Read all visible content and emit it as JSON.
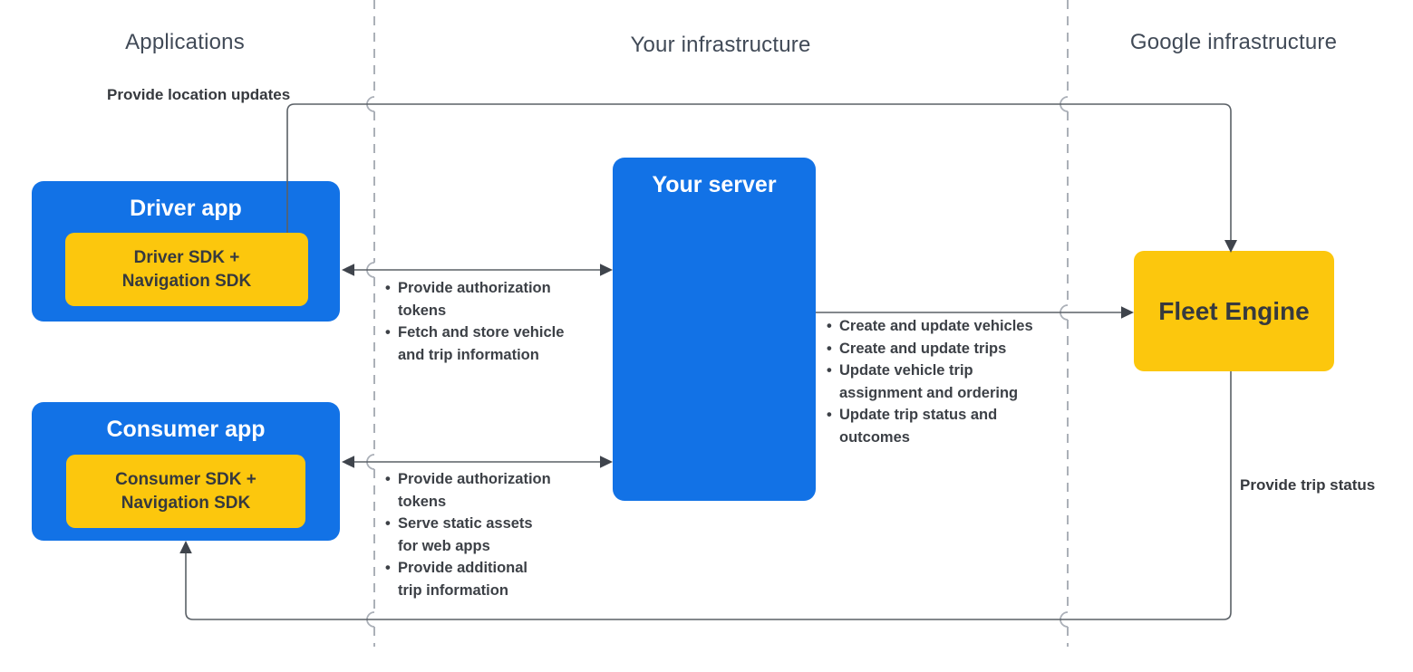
{
  "columns": {
    "applications": "Applications",
    "your_infrastructure": "Your infrastructure",
    "google_infrastructure": "Google infrastructure"
  },
  "nodes": {
    "driver_app": {
      "title": "Driver app",
      "sdk": "Driver SDK +\nNavigation SDK"
    },
    "consumer_app": {
      "title": "Consumer app",
      "sdk": "Consumer SDK +\nNavigation SDK"
    },
    "your_server": {
      "title": "Your server"
    },
    "fleet_engine": {
      "title": "Fleet Engine"
    }
  },
  "edges": {
    "driver_to_fleet": {
      "label": "Provide location updates"
    },
    "fleet_to_consumer": {
      "label": "Provide trip status"
    },
    "driver_server": {
      "items": [
        "Provide authorization\ntokens",
        "Fetch and store vehicle\nand trip information"
      ]
    },
    "consumer_server": {
      "items": [
        "Provide authorization\ntokens",
        "Serve static assets\nfor web apps",
        "Provide additional\ntrip information"
      ]
    },
    "server_fleet": {
      "items": [
        "Create and update vehicles",
        "Create and update trips",
        "Update vehicle trip\nassignment and ordering",
        "Update trip status and\noutcomes"
      ]
    }
  },
  "colors": {
    "node-blue": "#1272E6",
    "node-yellow": "#FCC70D",
    "text-dark": "#36393E",
    "text-header": "#414A57",
    "text-bullets": "#3C4046",
    "line": "#5A6066",
    "dashed-line": "#ABB0B8",
    "arrowhead": "#3F444C"
  }
}
